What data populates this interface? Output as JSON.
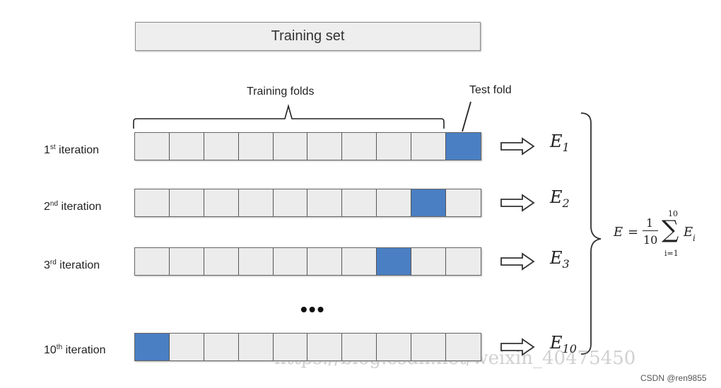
{
  "training_set_label": "Training set",
  "training_folds_label": "Training folds",
  "test_fold_label": "Test fold",
  "fold_count": 10,
  "fold_color": "#ececec",
  "test_color": "#4a7fc3",
  "iterations": [
    {
      "num": "1",
      "sup": "st",
      "word": "iteration",
      "test_fold_index": 9,
      "err_base": "E",
      "err_sub": "1"
    },
    {
      "num": "2",
      "sup": "nd",
      "word": "iteration",
      "test_fold_index": 8,
      "err_base": "E",
      "err_sub": "2"
    },
    {
      "num": "3",
      "sup": "rd",
      "word": "iteration",
      "test_fold_index": 7,
      "err_base": "E",
      "err_sub": "3"
    },
    {
      "num": "10",
      "sup": "th",
      "word": "iteration",
      "test_fold_index": 0,
      "err_base": "E",
      "err_sub": "10"
    }
  ],
  "ellipsis": "•••",
  "formula": {
    "lhs": "E",
    "numerator": "1",
    "denominator": "10",
    "sum_upper": "10",
    "sum_lower": "i=1",
    "term_base": "E",
    "term_sub": "i"
  },
  "watermark": "https://blog.csdn.net/weixin_40475450",
  "credit": "CSDN @ren9855"
}
